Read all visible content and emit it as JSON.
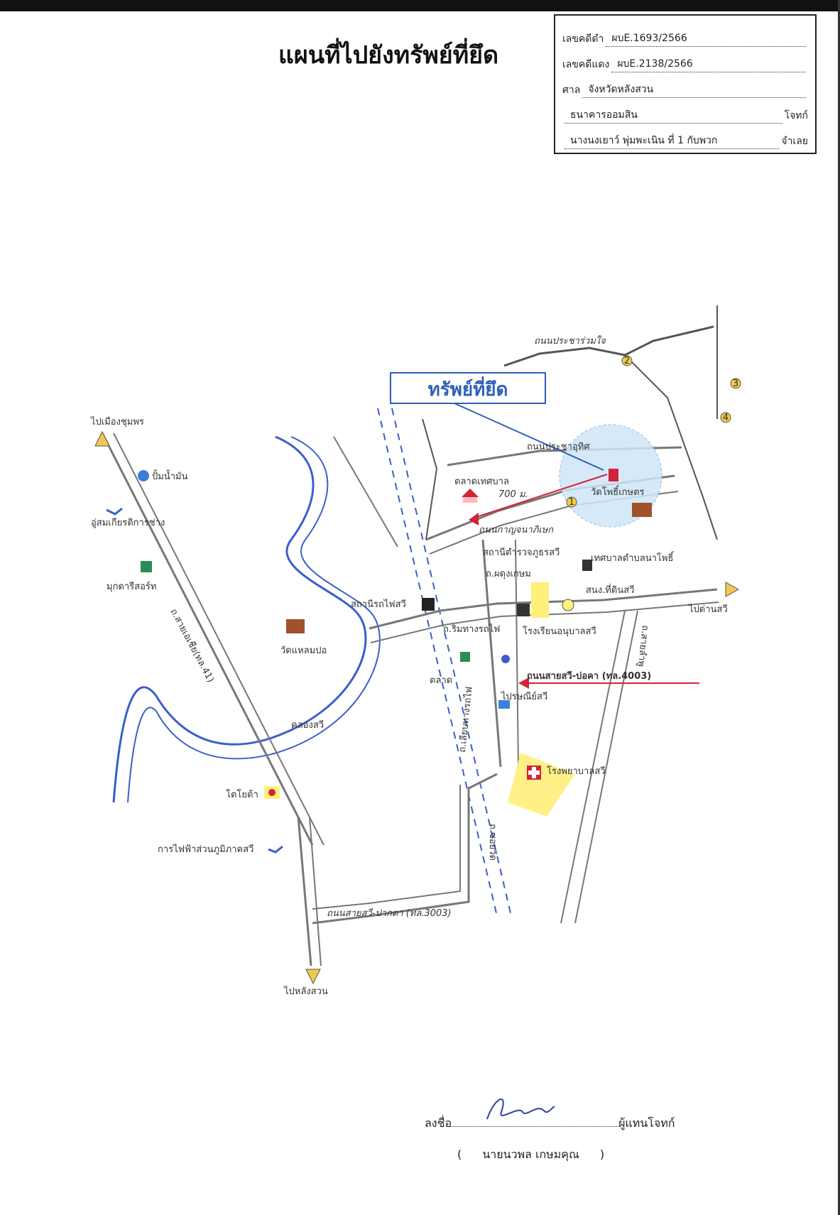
{
  "document": {
    "title": "แผนที่ไปยังทรัพย์ที่ยึด"
  },
  "case_box": {
    "black_case_label": "เลขคดีดำ",
    "black_case_value": "ผบE.1693/2566",
    "red_case_label": "เลขคดีแดง",
    "red_case_value": "ผบE.2138/2566",
    "court_label": "ศาล",
    "court_value": "จังหวัดหลังสวน",
    "plaintiff_value": "ธนาคารออมสิน",
    "plaintiff_suffix": "โจทก์",
    "defendant_value": "นางนงเยาว์ พุ่มพะเนิน ที่ 1 กับพวก",
    "defendant_suffix": "จำเลย"
  },
  "map": {
    "seized_property_label": "ทรัพย์ที่ยึด",
    "labels": {
      "to_chumphon": "ไปเมืองชุมพร",
      "gas_station": "ปั้มน้ำมัน",
      "garage": "อู่สมเกียรติการช่าง",
      "resort": "มุกดารีสอร์ท",
      "highway_41": "ถ.สายเอเชีย(ทล.41)",
      "train_station": "สถานีรถไฟสวี",
      "wat_laem_po": "วัดแหลมปอ",
      "canal": "คลองสวี",
      "toyota": "โตโยต้า",
      "pea": "การไฟฟ้าส่วนภูมิภาคสวี",
      "to_lang_suan": "ไปหลังสวน",
      "road_bottom": "ถนนสายสวี-ปากดา (ทล.3003)",
      "market_municipal": "ตลาดเทศบาล",
      "distance": "700 ม.",
      "road_kanchana": "ถนนกาญจนาภิเษก",
      "road_pracha_uthit": "ถนนประชาอุทิศ",
      "wat_pho": "วัดโพธิ์เกษตร",
      "road_pracha_ruam_jai": "ถนนประชาร่วมใจ",
      "police": "สถานีตำรวจภูธรสวี",
      "municipality": "เทศบาลตำบลนาโพธิ์",
      "road_phadung": "ถ.ผดุงเกษม",
      "district_office": "สนง.ที่ดินสวี",
      "to_dan_sawi": "ไปด่านสวี",
      "kindergarten": "โรงเรียนอนุบาลสวี",
      "market": "ตลาด",
      "main_road": "ถนนสายสวี-บ่อคา (ทล.4003)",
      "post_office": "ไปรษณีย์สวี",
      "hospital": "โรงพยาบาลสวี",
      "rail_road": "ถ.เลียบทางรถไฟ",
      "road_side_right": "ถ.สายลำพู",
      "road_soi": "ถ.ซอยวัด",
      "market_road": "ถ.ริมทางรถไฟ",
      "num1": "1",
      "num2": "2",
      "num3": "3",
      "num4": "4"
    }
  },
  "signature": {
    "sign_label": "ลงชื่อ",
    "role": "ผู้แทนโจทก์",
    "open_paren": "(",
    "name": "นายนวพล เกษมคุณ",
    "close_paren": ")"
  },
  "colors": {
    "road": "#7a7a7a",
    "river": "#3a5fc9",
    "label_red": "#d2233a",
    "label_blue": "#2e5fb8",
    "highlight_yellow": "#fff07a",
    "circle_blue": "#cfe6f7"
  }
}
